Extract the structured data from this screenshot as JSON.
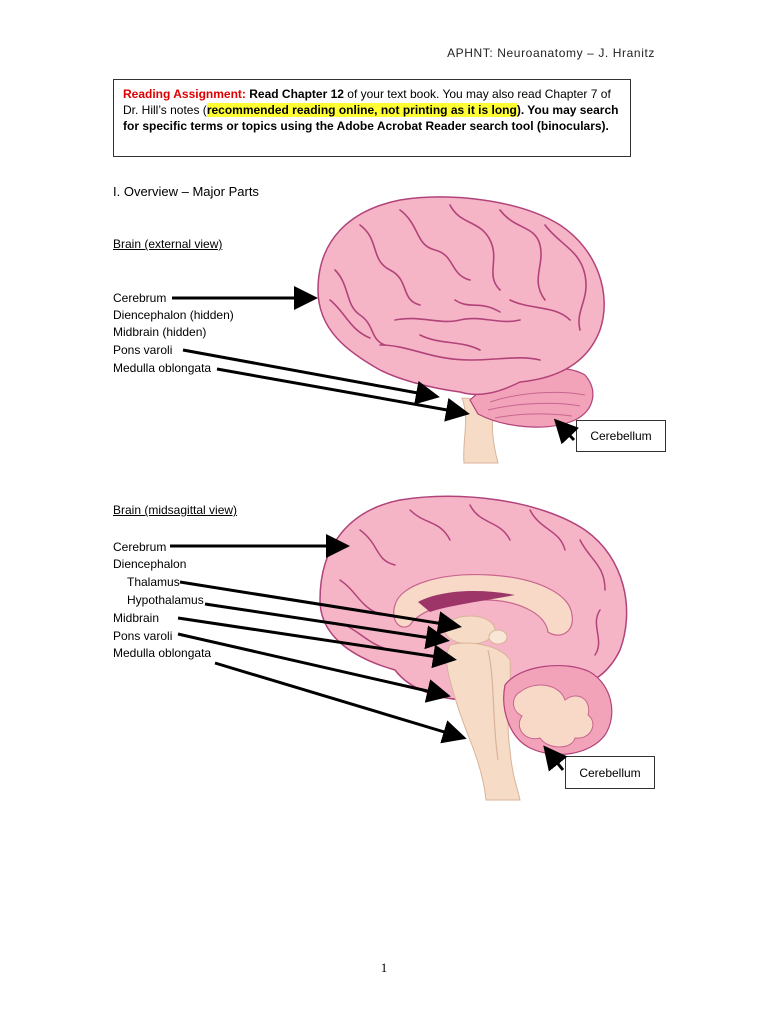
{
  "header": {
    "text": "APHNT: Neuroanatomy – J. Hranitz"
  },
  "assignment": {
    "label": "Reading Assignment:",
    "part1": " Read Chapter 12 ",
    "part2": "of your text book.  You may also read Chapter 7 of Dr. Hill’s notes (",
    "highlight": "recommended reading online, not printing as it is long",
    "part3": ").  You may search for specific terms or topics using the Adobe Acrobat Reader search tool (binoculars)."
  },
  "section_title": "I. Overview – Major Parts",
  "external": {
    "heading": "Brain (external view)",
    "labels": [
      "Cerebrum",
      "Diencephalon (hidden)",
      "Midbrain (hidden)",
      "Pons varoli",
      "Medulla oblongata"
    ],
    "cerebellum": "Cerebellum"
  },
  "midsagittal": {
    "heading": "Brain (midsagittal view)",
    "labels": [
      "Cerebrum",
      "Diencephalon",
      "Thalamus",
      "Hypothalamus",
      "Midbrain",
      "Pons varoli",
      "Medulla oblongata"
    ],
    "cerebellum": "Cerebellum"
  },
  "page_number": "1",
  "colors": {
    "brain": "#f5b5c7",
    "brain_dark": "#b2437a",
    "stem": "#f6dcc6",
    "highlight": "#ffff33",
    "red": "#e00000"
  }
}
